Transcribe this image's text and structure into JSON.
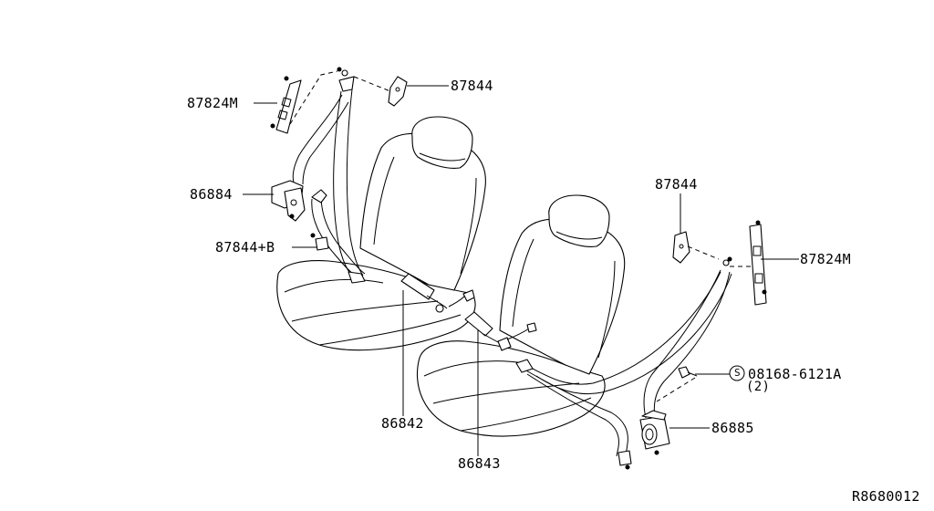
{
  "diagram": {
    "labels": {
      "p87824m_left": "87824M",
      "p87844_top": "87844",
      "p86884": "86884",
      "p87844b": "87844+B",
      "p86842": "86842",
      "p86843": "86843",
      "p87844_right": "87844",
      "p87824m_right": "87824M",
      "p08168_code": "08168-6121A",
      "p08168_qty": "(2)",
      "p08168_symbol": "S",
      "p86885": "86885",
      "ref_code": "R8680012"
    },
    "icons": {
      "bolt": "bolt-icon",
      "bolt_symbol": "circled-s-icon"
    },
    "colors": {
      "line": "#000000",
      "background": "#ffffff"
    }
  }
}
